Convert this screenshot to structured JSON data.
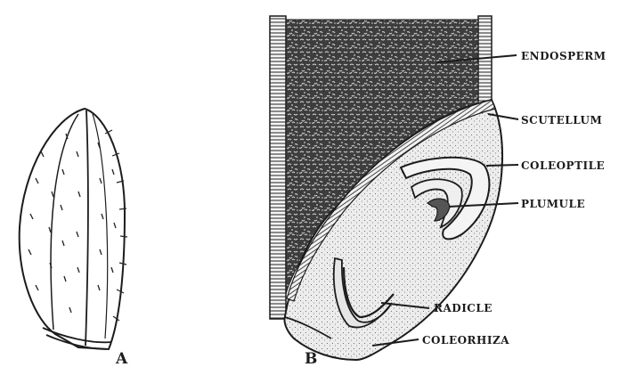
{
  "figure": {
    "panel_a_label": "A",
    "panel_b_label": "B",
    "labels": {
      "endosperm": "ENDOSPERM",
      "scutellum": "SCUTELLUM",
      "coleoptile": "COLEOPTILE",
      "plumule": "PLUMULE",
      "radicle": "RADICLE",
      "coleorhiza": "COLEORHIZA"
    }
  }
}
